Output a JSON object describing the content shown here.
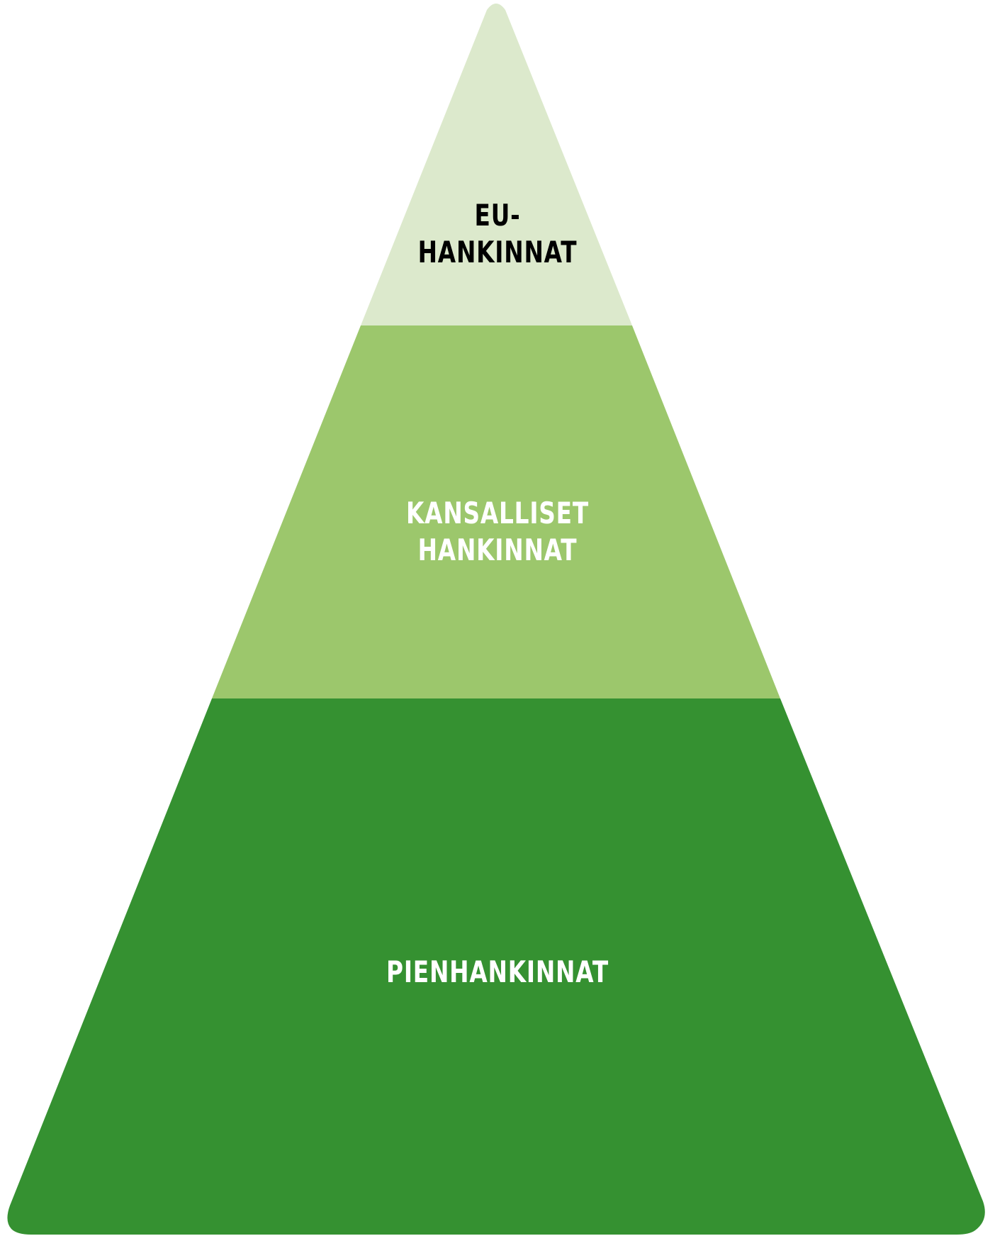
{
  "colors": {
    "tier_top": "#dce9cc",
    "tier_middle": "#9cc76c",
    "tier_bottom": "#359131",
    "text_top": "#000000",
    "text_light": "#ffffff"
  },
  "tiers": [
    {
      "line1": "EU-",
      "line2": "HANKINNAT"
    },
    {
      "line1": "KANSALLISET",
      "line2": "HANKINNAT"
    },
    {
      "line1": "PIENHANKINNAT",
      "line2": ""
    }
  ]
}
